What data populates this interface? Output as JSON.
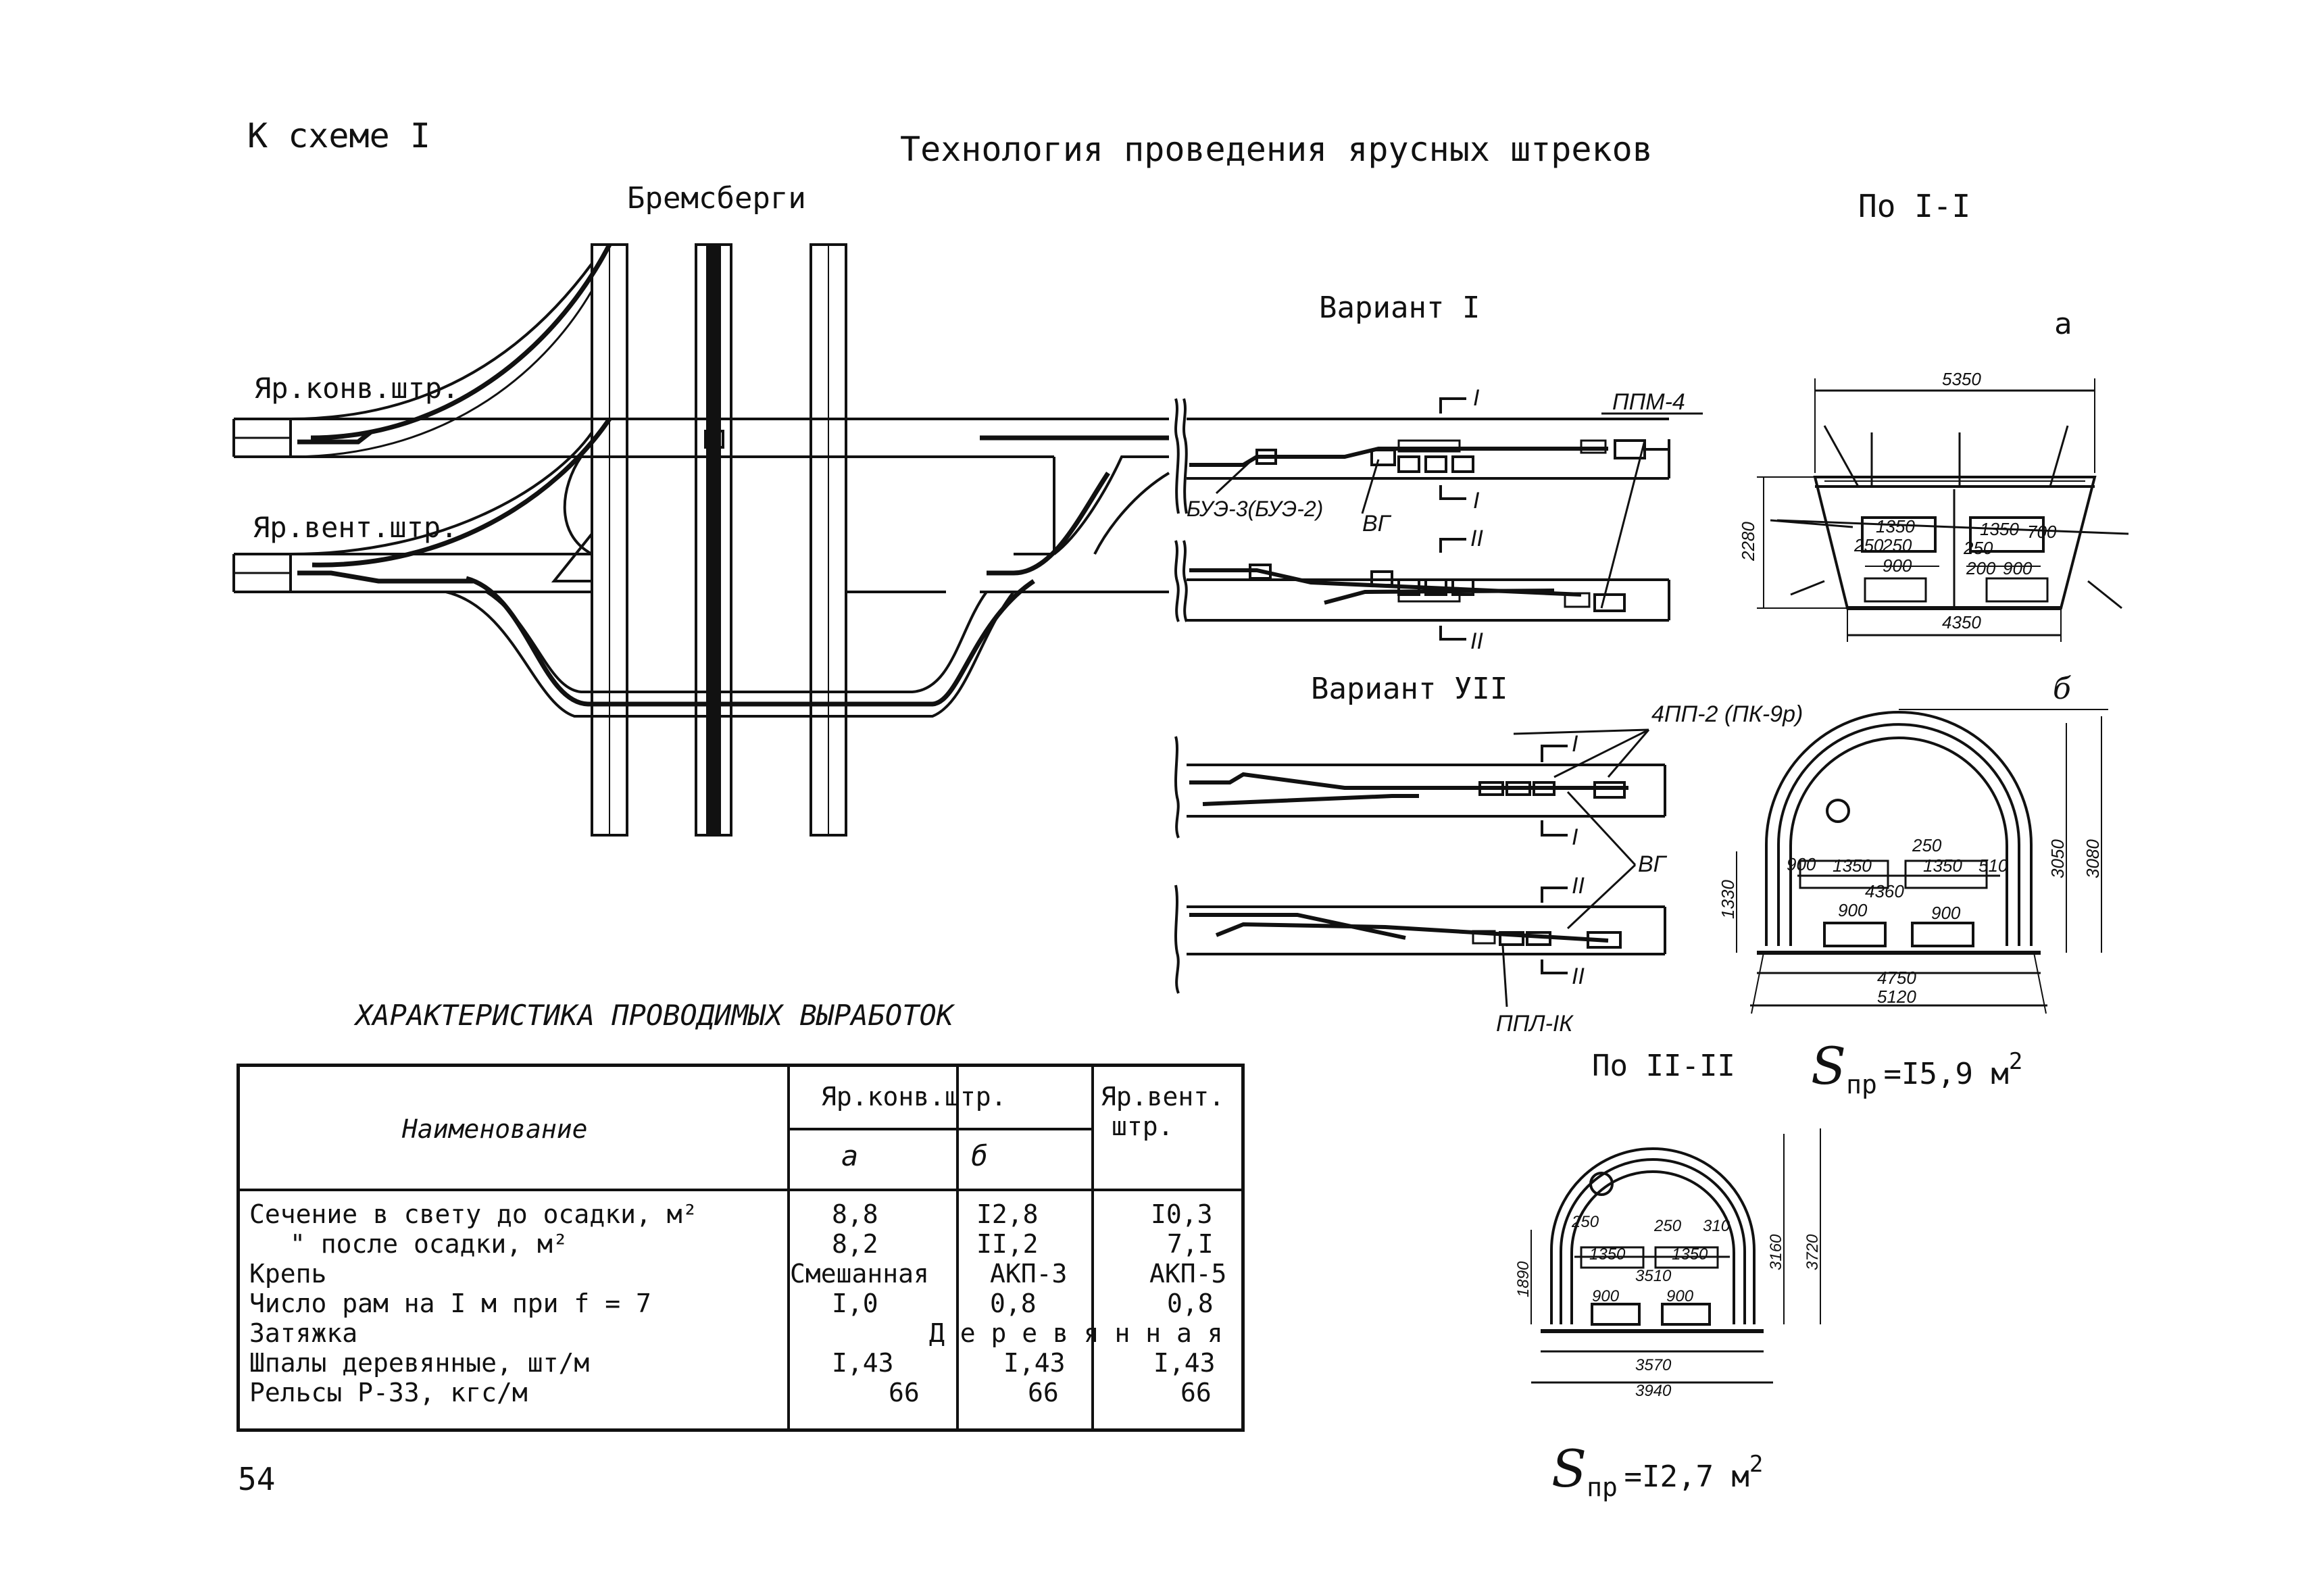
{
  "header": {
    "scheme_ref": "К схеме I",
    "title": "Технология проведения ярусных штреков",
    "page_number": "54"
  },
  "plan": {
    "bremsbergi_label": "Бремсберги",
    "conv_drift_label": "Яр.конв.штр.",
    "vent_drift_label": "Яр.вент.штр."
  },
  "variant1": {
    "title": "Вариант I",
    "section_I": "I",
    "section_II": "II",
    "label_ppm4": "ППМ-4",
    "label_buz": "БУЭ-3(БУЭ-2)",
    "label_vg": "ВГ"
  },
  "variant7": {
    "title": "Вариант УII",
    "section_I": "I",
    "section_II": "II",
    "label_4pp2": "4ПП-2 (ПК-9р)",
    "label_vg": "ВГ",
    "label_ppl": "ППЛ-IК"
  },
  "section_I_I": {
    "title": "По I-I",
    "letter_a": "а",
    "letter_b": "б",
    "a_dims": {
      "top": "5350",
      "bottom": "4350",
      "height": "2280",
      "w1": "1350",
      "w2": "1350",
      "w3": "700",
      "s1": "250",
      "s2": "250",
      "s3": "250",
      "s4": "200",
      "r1": "900",
      "r2": "900"
    },
    "b_dims": {
      "h1": "3050",
      "h2": "3080",
      "h3": "1330",
      "top250": "250",
      "d1": "900",
      "d2": "1350",
      "d3": "1350",
      "d4": "510",
      "mid": "4360",
      "r1": "900",
      "r2": "900",
      "bottom1": "4750",
      "bottom2": "5120"
    },
    "area_s": "S",
    "area_sub": "пр",
    "area_value": "=I5,9 м",
    "area_sup": "2"
  },
  "section_II_II": {
    "title": "По II-II",
    "dims": {
      "h1": "3160",
      "h2": "3720",
      "h3": "1890",
      "s1": "250",
      "s2": "250",
      "s3": "310",
      "w1": "1350",
      "w2": "1350",
      "mid": "3510",
      "r1": "900",
      "r2": "900",
      "bottom1": "3570",
      "bottom2": "3940"
    },
    "area_s": "S",
    "area_sub": "пр",
    "area_value": "=I2,7 м",
    "area_sup": "2"
  },
  "table": {
    "caption": "ХАРАКТЕРИСТИКА ПРОВОДИМЫХ ВЫРАБОТОК",
    "header_name": "Наименование",
    "header_conv": "Яр.конв.штр.",
    "header_a": "а",
    "header_b": "б",
    "header_vent_1": "Яр.вент.",
    "header_vent_2": "штр.",
    "rows": [
      {
        "name": "Сечение в свету до осадки, м²",
        "a": "8,8",
        "b": "I2,8",
        "v": "I0,3"
      },
      {
        "name": "\"      после осадки, м²",
        "a": "8,2",
        "b": "II,2",
        "v": "7,I"
      },
      {
        "name": "Крепь",
        "a": "Смешанная",
        "b": "АКП-3",
        "v": "АКП-5"
      },
      {
        "name": "Число рам на I м при  f = 7",
        "a": "I,0",
        "b": "0,8",
        "v": "0,8"
      },
      {
        "name": "Затяжка",
        "a": "",
        "b": "",
        "v": ""
      },
      {
        "name": "Шпалы деревянные, шт/м",
        "a": "I,43",
        "b": "I,43",
        "v": "I,43"
      },
      {
        "name": "Рельсы Р-33, кгс/м",
        "a": "66",
        "b": "66",
        "v": "66"
      }
    ],
    "zatyazhka_value": "Д е р е в я н н а я"
  }
}
